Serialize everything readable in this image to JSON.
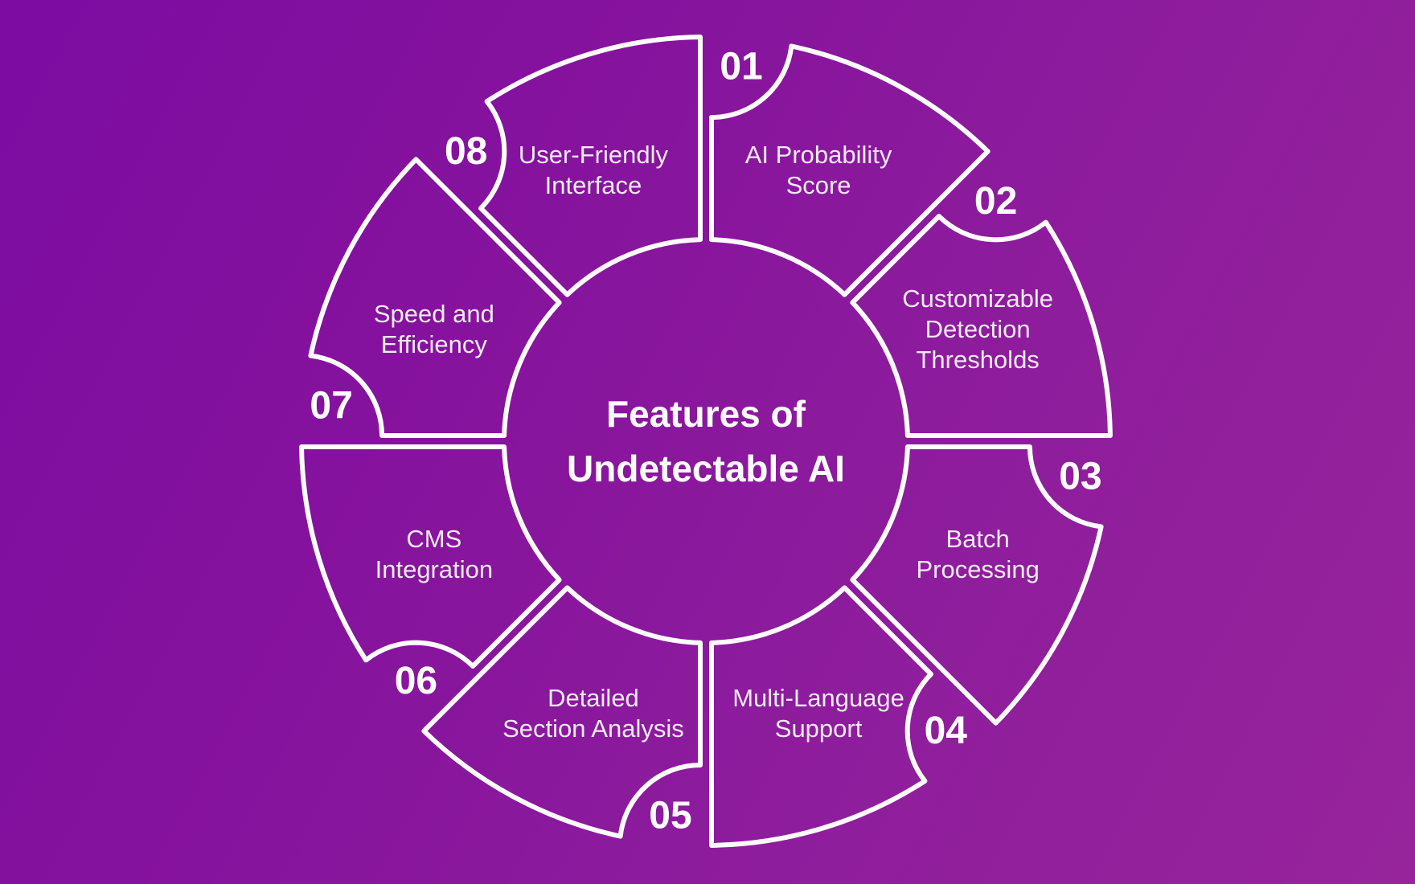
{
  "diagram": {
    "center": {
      "title_line1": "Features of",
      "title_line2": "Undetectable AI"
    },
    "segments": [
      {
        "number": "01",
        "label_lines": [
          "AI Probability",
          "Score"
        ]
      },
      {
        "number": "02",
        "label_lines": [
          "Customizable",
          "Detection",
          "Thresholds"
        ]
      },
      {
        "number": "03",
        "label_lines": [
          "Batch",
          "Processing"
        ]
      },
      {
        "number": "04",
        "label_lines": [
          "Multi-Language",
          "Support"
        ]
      },
      {
        "number": "05",
        "label_lines": [
          "Detailed",
          "Section Analysis"
        ]
      },
      {
        "number": "06",
        "label_lines": [
          "CMS",
          "Integration"
        ]
      },
      {
        "number": "07",
        "label_lines": [
          "Speed and",
          "Efficiency"
        ]
      },
      {
        "number": "08",
        "label_lines": [
          "User-Friendly",
          "Interface"
        ]
      }
    ],
    "colors": {
      "background_gradient_start": "#7c0ca2",
      "background_gradient_end": "#97249b",
      "segment_outline": "#ffffff",
      "number_text": "#ffffff",
      "label_text": "#f4eaf6",
      "title_text": "#ffffff"
    }
  }
}
